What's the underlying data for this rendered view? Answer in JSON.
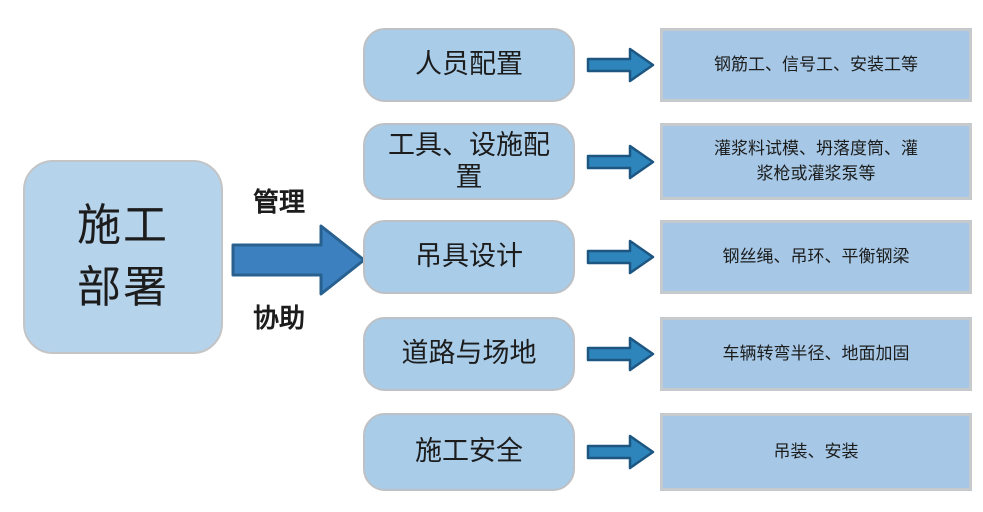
{
  "diagram": {
    "root": {
      "label": "施工\n部署"
    },
    "main_arrow": {
      "top_label": "管理",
      "bottom_label": "协助"
    },
    "rows": [
      {
        "label": "人员配置",
        "detail": "钢筋工、信号工、安装工等"
      },
      {
        "label": "工具、设施配\n置",
        "detail": "灌浆料试模、坍落度筒、灌\n浆枪或灌浆泵等"
      },
      {
        "label": "吊具设计",
        "detail": "钢丝绳、吊环、平衡钢梁"
      },
      {
        "label": "道路与场地",
        "detail": "车辆转弯半径、地面加固"
      },
      {
        "label": "施工安全",
        "detail": "吊装、安装"
      }
    ]
  },
  "colors": {
    "bg": "#ffffff",
    "text": "#1c1c1c",
    "root_fill": "#b6d3ec",
    "root_border": "#c2c4c6",
    "cat_fill": "#a9cce9",
    "cat_border": "#bdc1c5",
    "detail_fill": "#a6c8e6",
    "detail_border": "#c7cacd",
    "big_arrow_fill": "#3c80bf",
    "big_arrow_stroke": "#28618f",
    "small_arrow_fill": "#2e85bb",
    "small_arrow_stroke": "#1d5681"
  }
}
